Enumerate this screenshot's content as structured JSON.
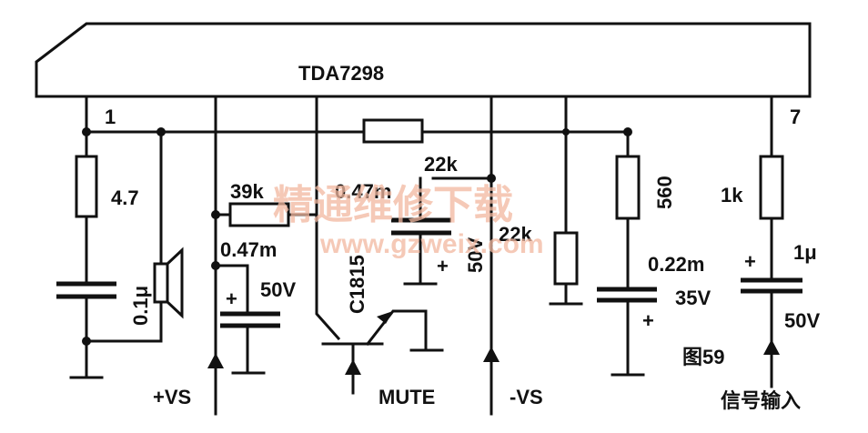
{
  "ic": {
    "name": "TDA7298"
  },
  "pins": {
    "pin1": "1",
    "pin7": "7"
  },
  "components": {
    "r_4p7": "4.7",
    "c_0p1u": "0.1μ",
    "r_39k": "39k",
    "c_0p47m_a": "0.47m",
    "c_50v_a": "50V",
    "transistor": "C1815",
    "r_22k_top": "22k",
    "c_0p47m_b": "0.47m",
    "c_50v_b": "50V",
    "r_22k_right": "22k",
    "r_560": "560",
    "c_0p22m": "0.22m",
    "c_35v": "35V",
    "r_1k": "1k",
    "c_1u": "1μ",
    "c_50v_c": "50V"
  },
  "polarity": {
    "plus": "+"
  },
  "terminals": {
    "plus_vs": "+VS",
    "mute": "MUTE",
    "minus_vs": "-VS",
    "signal_input": "信号输入"
  },
  "figure_label": "图59",
  "watermark": {
    "title": "精通维修下载",
    "url": "www.gzweix.com"
  }
}
